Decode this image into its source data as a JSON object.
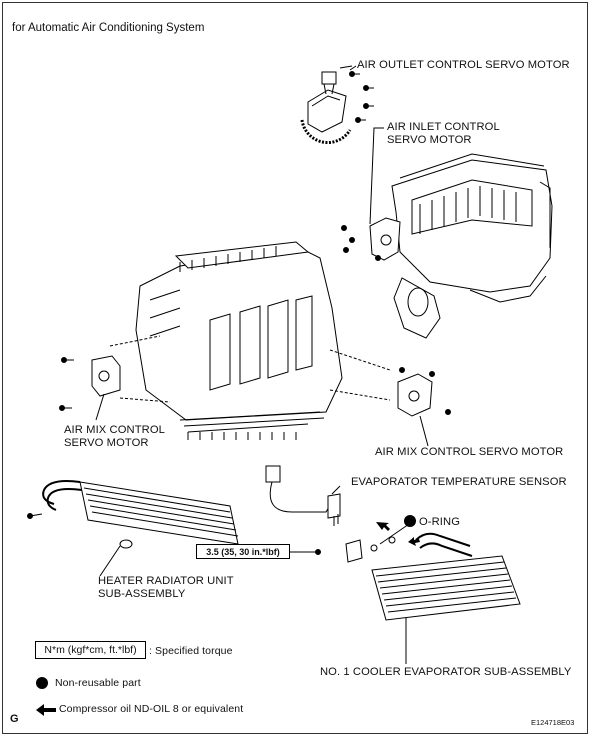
{
  "header": {
    "title": "for Automatic Air Conditioning System"
  },
  "labels": {
    "air_outlet_servo": "AIR OUTLET CONTROL SERVO MOTOR",
    "air_inlet_servo_1": "AIR INLET CONTROL",
    "air_inlet_servo_2": "SERVO MOTOR",
    "air_mix_left_1": "AIR MIX CONTROL",
    "air_mix_left_2": "SERVO MOTOR",
    "air_mix_right": "AIR MIX CONTROL SERVO MOTOR",
    "evap_sensor": "EVAPORATOR TEMPERATURE SENSOR",
    "o_ring": "O-RING",
    "torque_spec": "3.5 (35, 30 in.*lbf)",
    "heater_radiator_1": "HEATER RADIATOR UNIT",
    "heater_radiator_2": "SUB-ASSEMBLY",
    "cooler_evaporator": "NO. 1 COOLER EVAPORATOR SUB-ASSEMBLY"
  },
  "legend": {
    "torque_unit": "N*m (kgf*cm, ft.*lbf)",
    "torque_desc": ": Specified torque",
    "non_reusable": "Non-reusable part",
    "compressor_oil": "Compressor oil ND-OIL 8 or equivalent"
  },
  "footer": {
    "page_letter": "G",
    "figure_code": "E124718E03"
  }
}
